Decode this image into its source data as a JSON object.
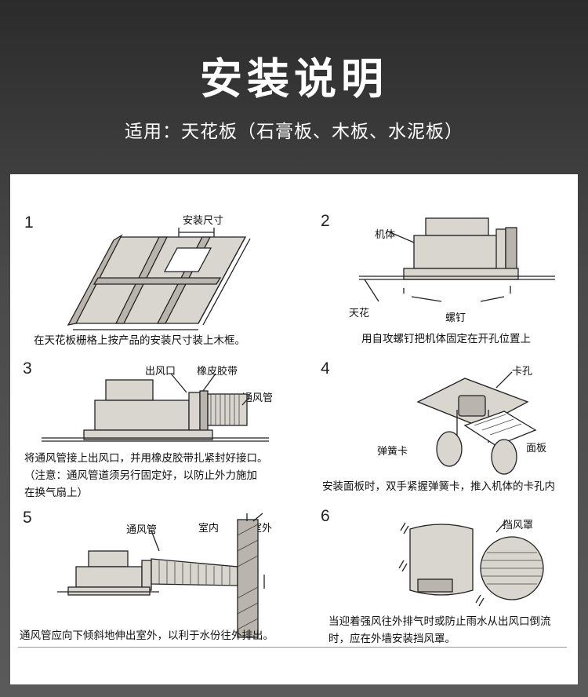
{
  "header": {
    "title": "安装说明",
    "subtitle": "适用：天花板（石膏板、木板、水泥板）"
  },
  "steps": [
    {
      "number": "1",
      "labels": {
        "size": "安装尺寸"
      },
      "caption": "在天花板栅格上按产品的安装尺寸装上木框。"
    },
    {
      "number": "2",
      "labels": {
        "body": "机体",
        "ceiling": "天花",
        "screw": "螺钉"
      },
      "caption": "用自攻螺钉把机体固定在开孔位置上"
    },
    {
      "number": "3",
      "labels": {
        "outlet": "出风口",
        "band": "橡皮胶带",
        "duct": "通风管"
      },
      "caption_lines": [
        "将通风管接上出风口，并用橡皮胶带扎紧封好接口。",
        "（注意：通风管道须另行固定好，以防止外力施加",
        "在换气扇上）"
      ]
    },
    {
      "number": "4",
      "labels": {
        "slot": "卡孔",
        "spring": "弹簧卡",
        "panel": "面板"
      },
      "caption": "安装面板时，双手紧握弹簧卡，推入机体的卡孔内"
    },
    {
      "number": "5",
      "labels": {
        "duct": "通风管",
        "indoor": "室内",
        "outdoor": "室外"
      },
      "caption": "通风管应向下倾斜地伸出室外，以利于水份往外排出。"
    },
    {
      "number": "6",
      "labels": {
        "hood": "挡风罩"
      },
      "caption_lines": [
        "当迎着强风往外排气时或防止雨水从出风口倒流",
        "时，应在外墙安装挡风罩。"
      ]
    }
  ]
}
